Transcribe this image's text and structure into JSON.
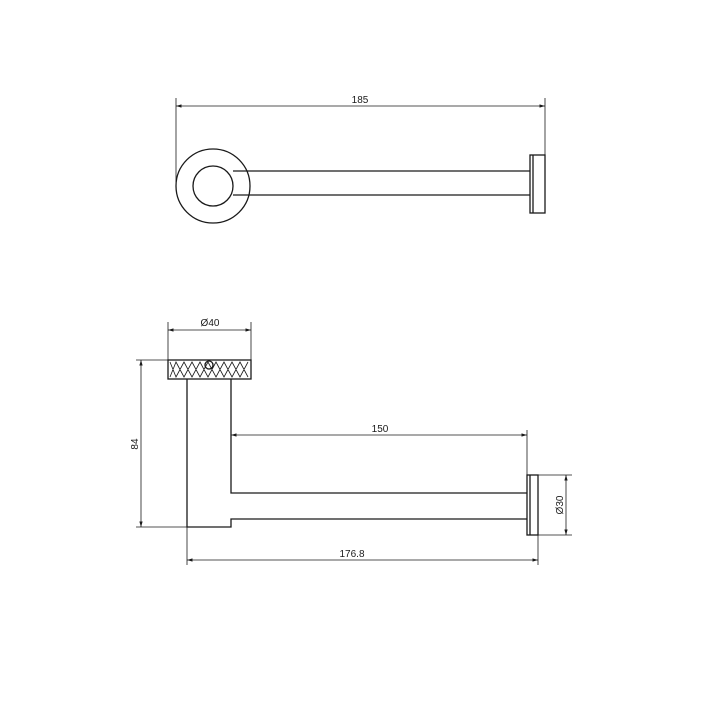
{
  "dimensions": {
    "overall_top": "185",
    "cap_diameter": "Ø40",
    "height": "84",
    "arm_length": "150",
    "plate_diameter": "Ø30",
    "overall_side": "176.8"
  }
}
